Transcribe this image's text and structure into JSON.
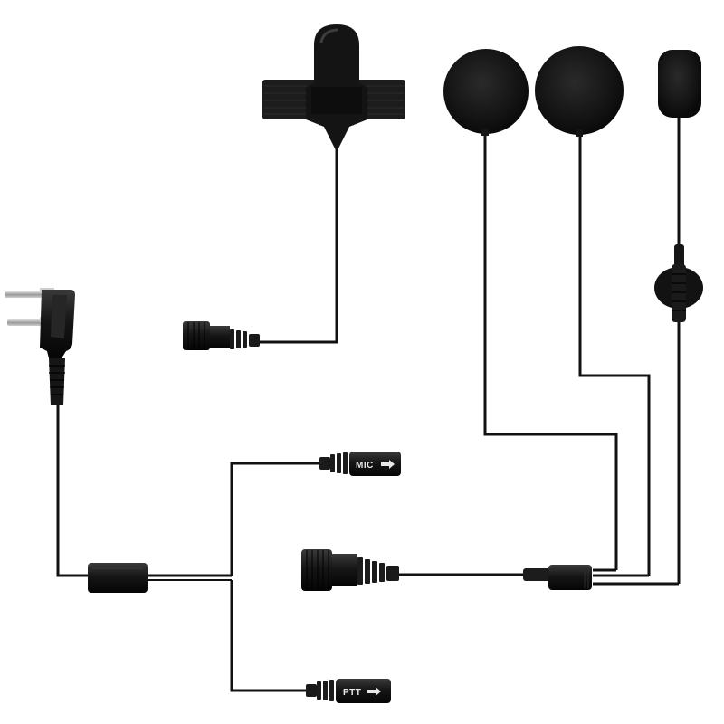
{
  "product_photo": {
    "connector_labels": {
      "mic": "MIC",
      "ptt": "PTT"
    },
    "colors": {
      "background": "#ffffff",
      "cable": "#111111",
      "plastic": "#1a1a1a",
      "foam": "#151515",
      "highlight": "#3a3a3a"
    },
    "components": [
      "throat-mic-strap",
      "left-speaker-pad",
      "right-speaker-pad",
      "boom-mic-foam",
      "inline-volume-wheel",
      "radio-plug-two-pin",
      "splitter-box",
      "mic-connector",
      "ptt-connector",
      "helmet-connector",
      "headset-junction"
    ]
  }
}
